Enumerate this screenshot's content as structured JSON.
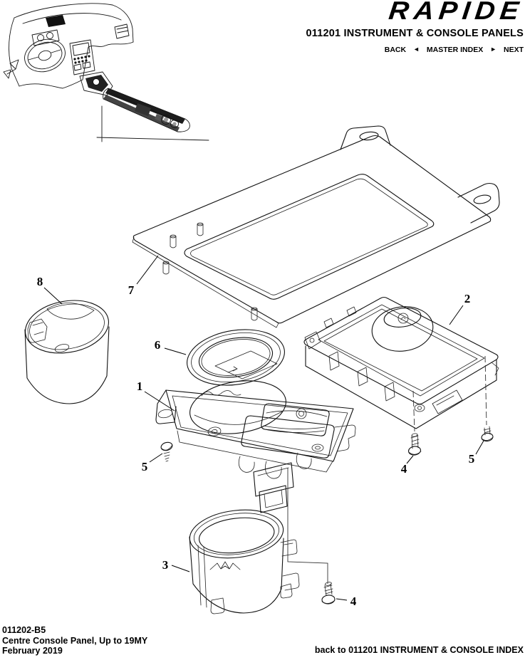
{
  "header": {
    "logo": "RAPIDE",
    "section_title": "011201 INSTRUMENT & CONSOLE PANELS",
    "nav": {
      "back_label": "BACK",
      "back_arrow": "◄",
      "master_index_label": "MASTER INDEX",
      "next_arrow": "►",
      "next_label": "NEXT"
    }
  },
  "diagram": {
    "callouts": [
      {
        "label": "8"
      },
      {
        "label": "7"
      },
      {
        "label": "2"
      },
      {
        "label": "6"
      },
      {
        "label": "1"
      },
      {
        "label": "5"
      },
      {
        "label": "4"
      },
      {
        "label": "5"
      },
      {
        "label": "3"
      },
      {
        "label": "4"
      }
    ]
  },
  "footer": {
    "drawing_number": "011202-B5",
    "drawing_title": "Centre Console Panel, Up to 19MY",
    "drawing_date": "February 2019",
    "index_link_label": "back to 011201 INSTRUMENT & CONSOLE INDEX"
  },
  "colors": {
    "ink": "#000000",
    "paper": "#ffffff"
  }
}
